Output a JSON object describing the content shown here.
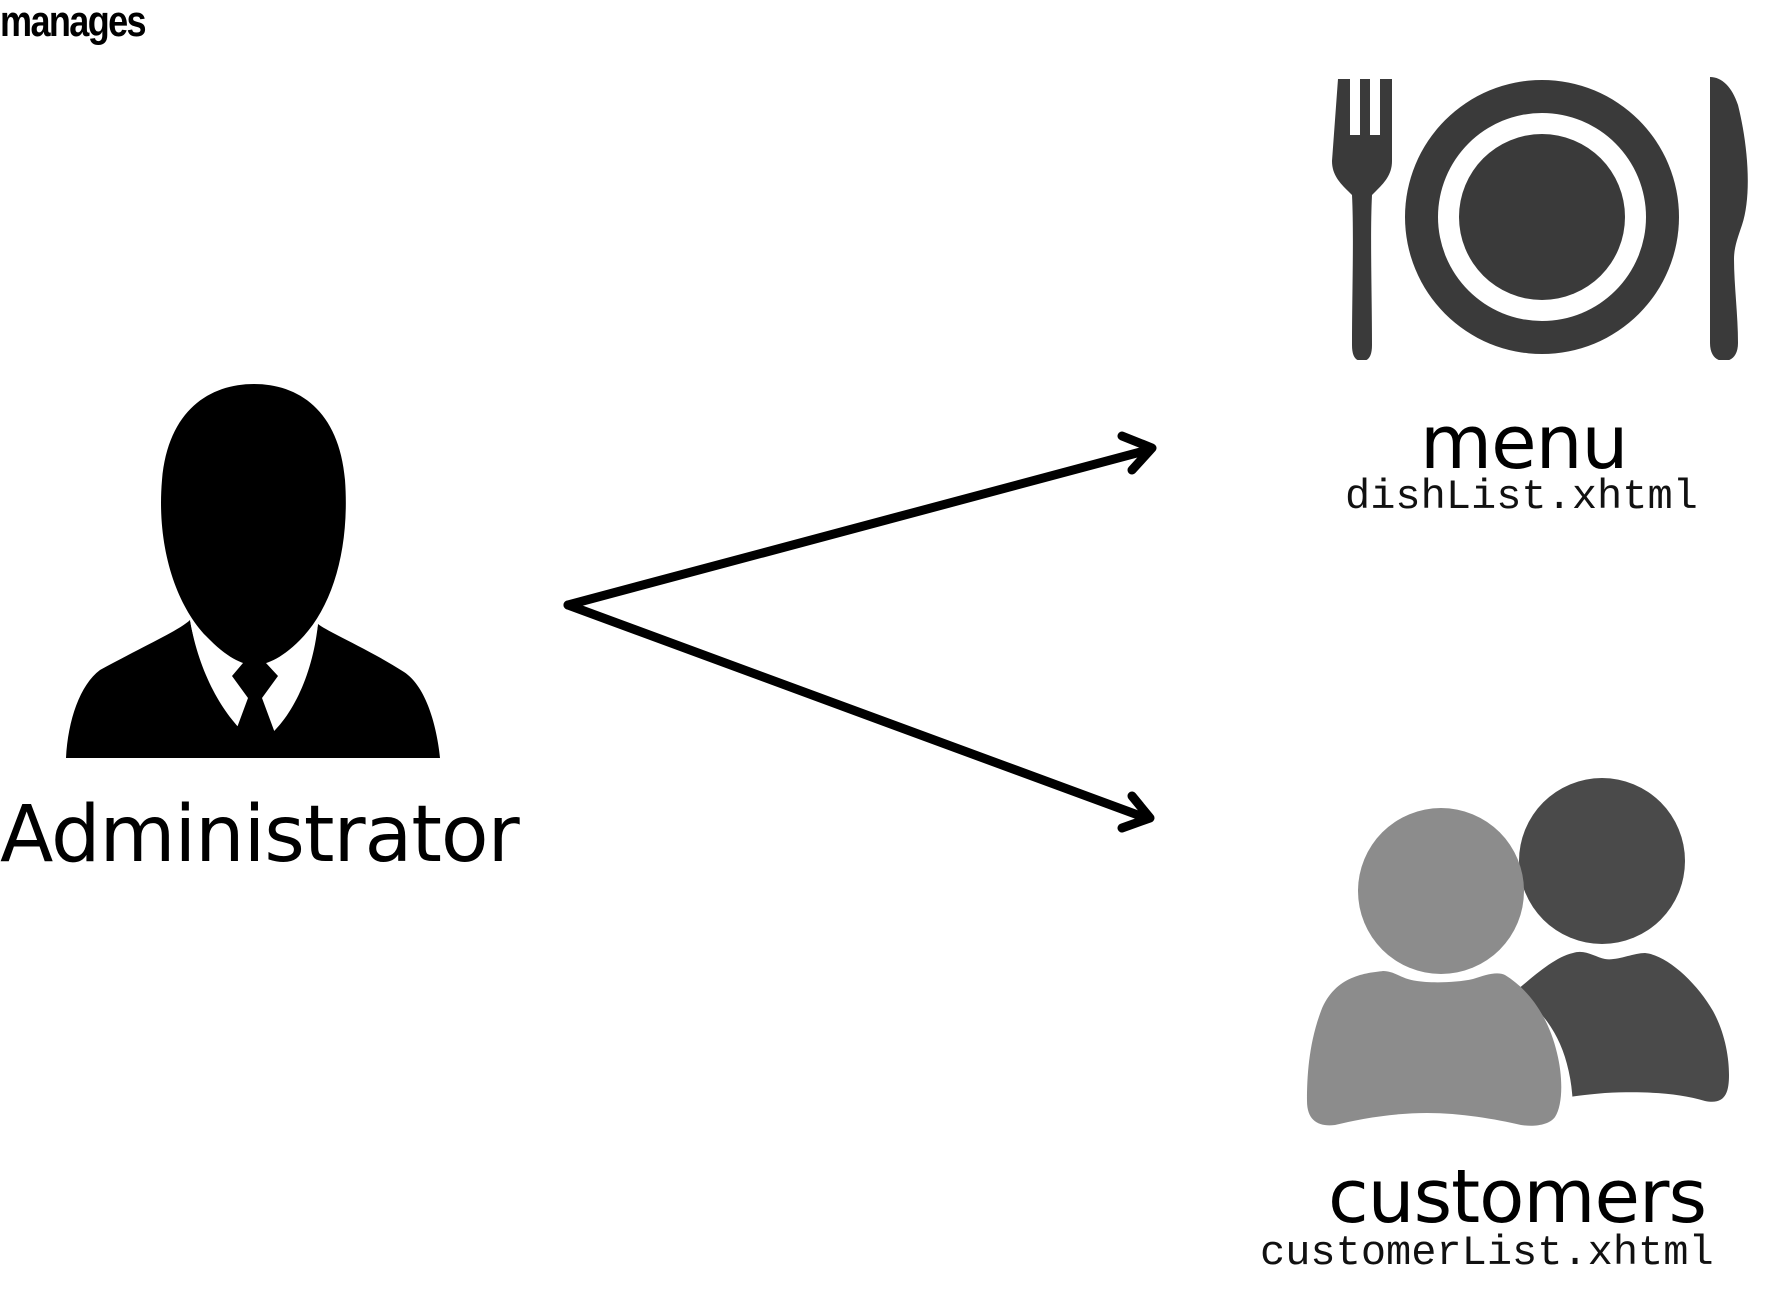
{
  "nodes": {
    "administrator": {
      "label": "Administrator",
      "icon": "businessman-icon"
    },
    "menu": {
      "label": "menu",
      "file": "dishList.xhtml",
      "icon": "plate-fork-knife-icon"
    },
    "customers": {
      "label": "customers",
      "file": "customerList.xhtml",
      "icon": "users-group-icon"
    }
  },
  "edges": {
    "relation_label": "manages"
  },
  "colors": {
    "admin_icon": "#000000",
    "menu_icon": "#3a3a3a",
    "customer_front": "#8c8c8c",
    "customer_back": "#4a4a4a",
    "arrow": "#000000"
  }
}
